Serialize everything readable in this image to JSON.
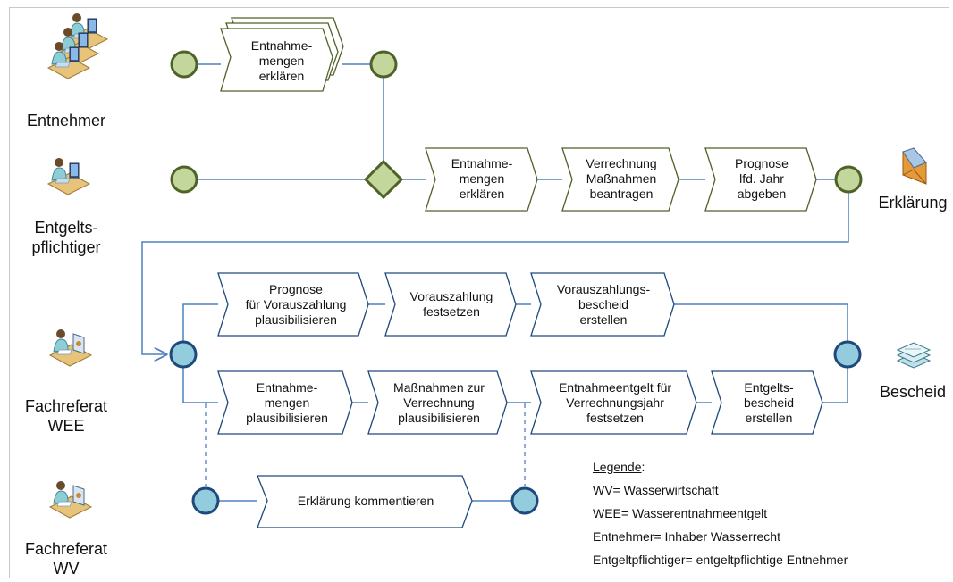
{
  "roles": [
    {
      "id": "entnehmer",
      "lines": [
        "Entnehmer"
      ]
    },
    {
      "id": "entgeltspflichtiger",
      "lines": [
        "Entgelts-",
        "pflichtiger"
      ]
    },
    {
      "id": "fachreferat-wee",
      "lines": [
        "Fachreferat",
        "WEE"
      ]
    },
    {
      "id": "fachreferat-wv",
      "lines": [
        "Fachreferat",
        "WV"
      ]
    }
  ],
  "artifacts": {
    "erklaerung": "Erklärung",
    "bescheid": "Bescheid"
  },
  "activities": {
    "entnahme_erklaeren_multi": [
      "Entnahme-",
      "mengen",
      "erklären"
    ],
    "entnahme_erklaeren": [
      "Entnahme-",
      "mengen",
      "erklären"
    ],
    "massnahmen_beantragen": [
      "Verrechnung",
      "Maßnahmen",
      "beantragen"
    ],
    "prognose_abgeben": [
      "Prognose",
      "lfd. Jahr",
      "abgeben"
    ],
    "prognose_plausibilisieren": [
      "Prognose",
      "für Vorauszahlung",
      "plausibilisieren"
    ],
    "vorauszahlung_festsetzen": [
      "Vorauszahlung",
      "festsetzen"
    ],
    "vorauszahlungsbescheid": [
      "Vorauszahlungs-",
      "bescheid",
      "erstellen"
    ],
    "entnahme_plausibilisieren": [
      "Entnahme-",
      "mengen",
      "plausibilisieren"
    ],
    "massnahmen_plausibilisieren": [
      "Maßnahmen zur",
      "Verrechnung",
      "plausibilisieren"
    ],
    "entgelt_festsetzen": [
      "Entnahmeentgelt für",
      "Verrechnungsjahr",
      "festsetzen"
    ],
    "entgeltsbescheid": [
      "Entgelts-",
      "bescheid",
      "erstellen"
    ],
    "erklaerung_kommentieren": [
      "Erklärung kommentieren"
    ]
  },
  "legend": {
    "title": "Legende",
    "title_suffix": ":",
    "entries": [
      "WV= Wasserwirtschaft",
      "WEE= Wasserentnahmeentgelt",
      "Entnehmer= Inhaber Wasserrecht",
      "Entgeltpflichtiger= entgeltpflichtige Entnehmer"
    ]
  },
  "colors": {
    "green_fill": "#c3d69b",
    "green_stroke": "#4f6228",
    "blue_fill": "#93cddd",
    "blue_stroke": "#1f497d",
    "connector": "#4f81bd",
    "activity_fill": "#ffffff",
    "activity_stroke_green": "#4f6228",
    "activity_stroke_blue": "#1f497d"
  }
}
